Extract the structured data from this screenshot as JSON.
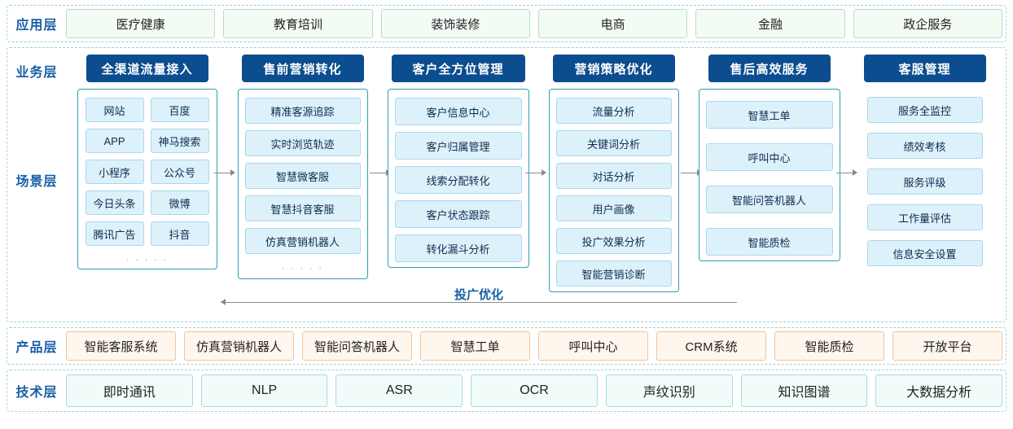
{
  "layers": {
    "application": {
      "label": "应用层",
      "items": [
        "医疗健康",
        "教育培训",
        "装饰装修",
        "电商",
        "金融",
        "政企服务"
      ]
    },
    "business": {
      "label": "业务层"
    },
    "scene": {
      "label": "场景层"
    },
    "product": {
      "label": "产品层",
      "items": [
        "智能客服系统",
        "仿真营销机器人",
        "智能问答机器人",
        "智慧工单",
        "呼叫中心",
        "CRM系统",
        "智能质检",
        "开放平台"
      ]
    },
    "technology": {
      "label": "技术层",
      "items": [
        "即时通讯",
        "NLP",
        "ASR",
        "OCR",
        "声纹识别",
        "知识图谱",
        "大数据分析"
      ]
    }
  },
  "pipeline": {
    "feedback_label": "投广优化",
    "dots": "· · · · ·",
    "columns": [
      {
        "title": "全渠道流量接入",
        "items": [
          "网站",
          "百度",
          "APP",
          "神马搜索",
          "小程序",
          "公众号",
          "今日头条",
          "微博",
          "腾讯广告",
          "抖音"
        ],
        "has_dots": true
      },
      {
        "title": "售前营销转化",
        "items": [
          "精准客源追踪",
          "实时浏览轨迹",
          "智慧微客服",
          "智慧抖音客服",
          "仿真营销机器人"
        ],
        "has_dots": true
      },
      {
        "title": "客户全方位管理",
        "items": [
          "客户信息中心",
          "客户归属管理",
          "线索分配转化",
          "客户状态跟踪",
          "转化漏斗分析"
        ],
        "has_dots": false
      },
      {
        "title": "营销策略优化",
        "items": [
          "流量分析",
          "关键词分析",
          "对话分析",
          "用户画像",
          "投广效果分析",
          "智能营销诊断"
        ],
        "has_dots": false
      },
      {
        "title": "售后高效服务",
        "items": [
          "智慧工单",
          "呼叫中心",
          "智能问答机器人",
          "智能质检"
        ],
        "has_dots": false
      },
      {
        "title": "客服管理",
        "items": [
          "服务全监控",
          "绩效考核",
          "服务评级",
          "工作量评估",
          "信息安全设置"
        ],
        "has_dots": false
      }
    ]
  }
}
